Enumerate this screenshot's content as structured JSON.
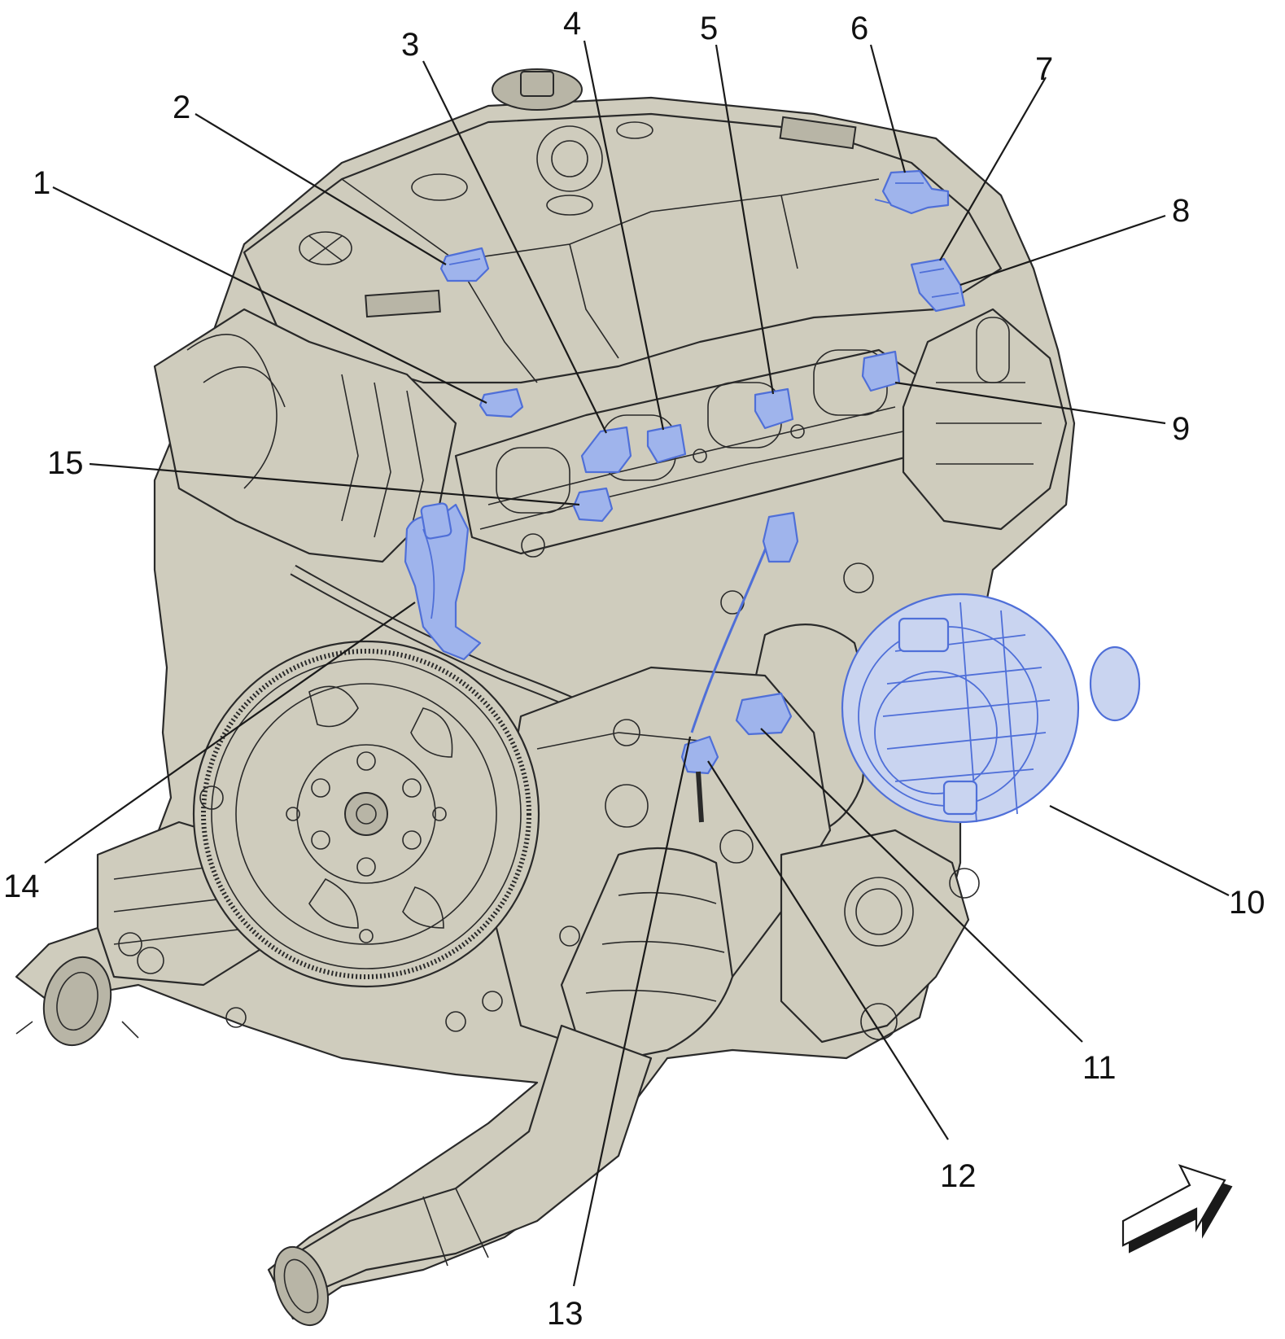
{
  "callouts": [
    {
      "id": "1",
      "label": "1"
    },
    {
      "id": "2",
      "label": "2"
    },
    {
      "id": "3",
      "label": "3"
    },
    {
      "id": "4",
      "label": "4"
    },
    {
      "id": "5",
      "label": "5"
    },
    {
      "id": "6",
      "label": "6"
    },
    {
      "id": "7",
      "label": "7"
    },
    {
      "id": "8",
      "label": "8"
    },
    {
      "id": "9",
      "label": "9"
    },
    {
      "id": "10",
      "label": "10"
    },
    {
      "id": "11",
      "label": "11"
    },
    {
      "id": "12",
      "label": "12"
    },
    {
      "id": "13",
      "label": "13"
    },
    {
      "id": "14",
      "label": "14"
    },
    {
      "id": "15",
      "label": "15"
    }
  ],
  "colors": {
    "engine_fill": "#cfccbd",
    "outline": "#2a2a2a",
    "highlight_fill": "#9fb4ec",
    "highlight_stroke": "#4f6fd8",
    "callout_text": "#111111"
  },
  "icons": {
    "view_direction": "view-direction-arrow-icon"
  }
}
